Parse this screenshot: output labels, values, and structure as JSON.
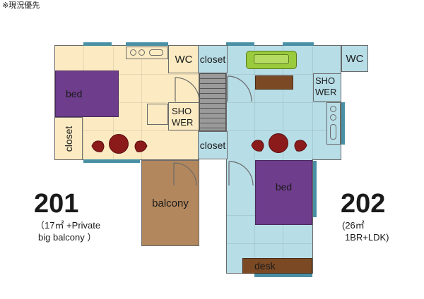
{
  "notice": "※現況優先",
  "units": [
    {
      "number": "201",
      "detail_line1": "（17㎡ +Private",
      "detail_line2": "big balcony ）",
      "rooms": {
        "wc": "WC",
        "bed": "bed",
        "closet_side": "closet",
        "shower_line1": "SHO",
        "shower_line2": "WER",
        "balcony": "balcony"
      }
    },
    {
      "number": "202",
      "detail_line1": "(26㎡",
      "detail_line2": "1BR+LDK)",
      "rooms": {
        "closet_top": "closet",
        "closet_bottom": "closet",
        "wc": "WC",
        "shower_line1": "SHO",
        "shower_line2": "WER",
        "bed": "bed",
        "desk": "desk"
      }
    }
  ],
  "colors": {
    "unit_201_floor": "#fcebc2",
    "unit_202_floor": "#b7dde6",
    "balcony": "#b2875d",
    "bed": "#6e3d8c",
    "sofa": "#9acb3c",
    "table_furniture": "#7b4a24",
    "chair": "#8b1a1a",
    "window": "#4a90a4"
  }
}
